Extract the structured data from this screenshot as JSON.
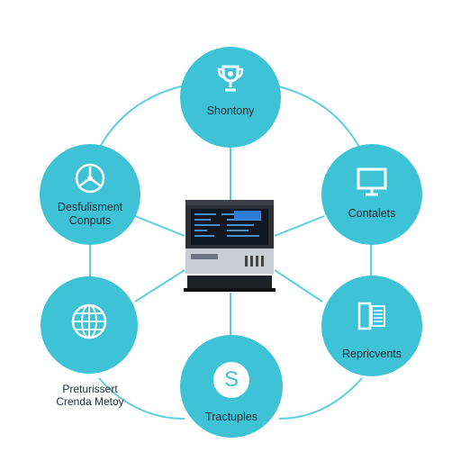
{
  "diagram": {
    "hub": {
      "name": "server",
      "icon": "server-icon"
    },
    "nodes": [
      {
        "id": "top",
        "label_lines": [
          "Shontony"
        ],
        "icon": "trophy-icon"
      },
      {
        "id": "left-top",
        "label_lines": [
          "Desfulisment",
          "Conputs"
        ],
        "icon": "steering-icon"
      },
      {
        "id": "right-top",
        "label_lines": [
          "Contalets"
        ],
        "icon": "monitor-icon"
      },
      {
        "id": "left-bottom",
        "label_lines": [
          "Preturissert",
          "Crenda Metoy"
        ],
        "icon": "globe-icon"
      },
      {
        "id": "right-bottom",
        "label_lines": [
          "Repricvents"
        ],
        "icon": "server-rack-icon"
      },
      {
        "id": "bottom",
        "label_lines": [
          "Tractuples"
        ],
        "icon": "s-badge-icon",
        "icon_text": "S"
      }
    ],
    "colors": {
      "node": "#3ec3d6",
      "link": "#3ec3d6",
      "text": "#1f2a35"
    }
  }
}
